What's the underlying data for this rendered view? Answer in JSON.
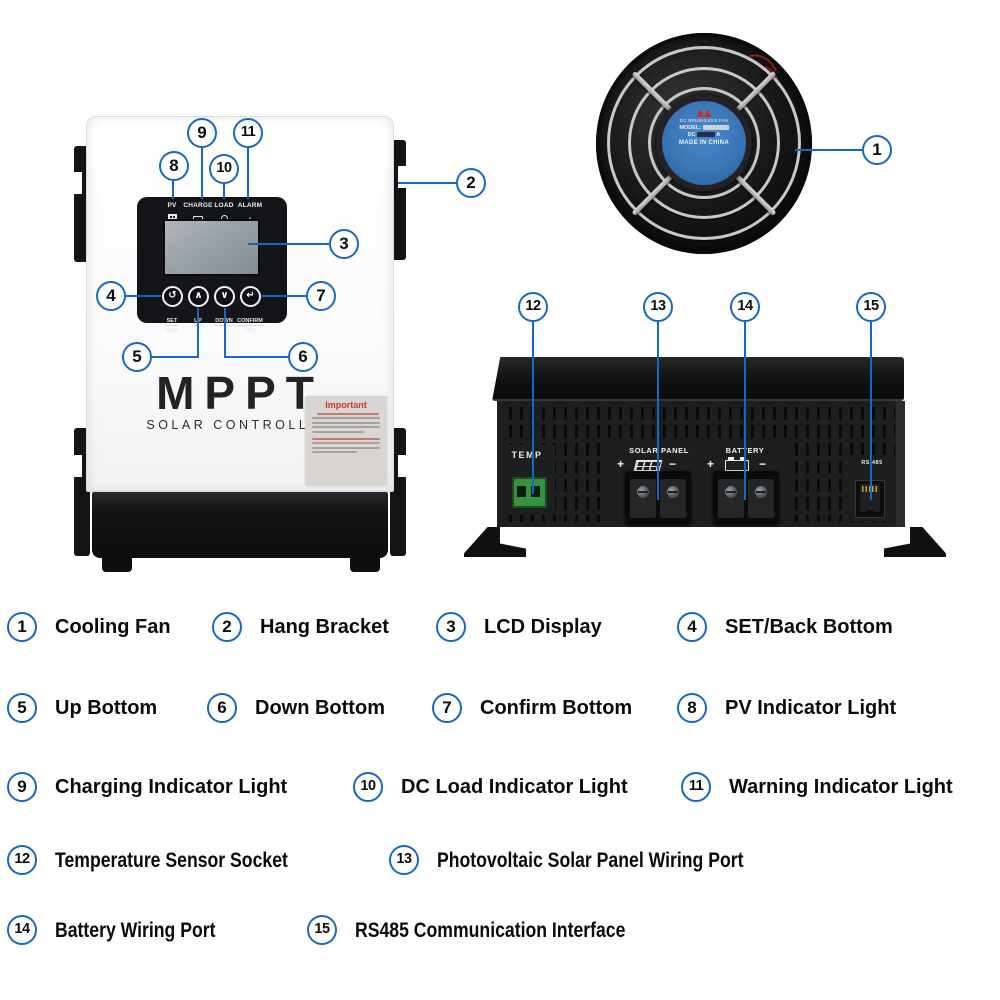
{
  "colors": {
    "callout_blue": "#1768c4",
    "device_white": "#fbfbfd",
    "panel_black": "#141518",
    "lcd_gray": "#9aa1a7",
    "back_black": "#1d1e20",
    "temp_terminal_green": "#37913f",
    "sticker_red": "#c23b2e",
    "fan_label_blue": "#3a75b4"
  },
  "front_panel": {
    "brand": "MPPT",
    "brand_sub": "SOLAR CONTROLLER",
    "sticker_title": "Important",
    "indicators": [
      {
        "label": "PV",
        "icon": "pv-grid-icon"
      },
      {
        "label": "CHARGE",
        "icon": "battery-icon"
      },
      {
        "label": "LOAD",
        "icon": "bulb-icon"
      },
      {
        "label": "ALARM",
        "icon": "warning-triangle-icon"
      }
    ],
    "alarm_glyph": "△",
    "buttons": [
      {
        "glyph": "↺",
        "top": "SET",
        "bottom": "Back"
      },
      {
        "glyph": "∧",
        "top": "UP",
        "bottom": "+"
      },
      {
        "glyph": "∨",
        "top": "DOWN",
        "bottom": "−"
      },
      {
        "glyph": "↵",
        "top": "CONFIRM",
        "bottom": "(3S)"
      }
    ]
  },
  "fan": {
    "label_line1": "DC BRUSHLESS FAN",
    "label_line2": "MODEL:",
    "label_line3": "DC",
    "label_line3b": "A",
    "label_line4": "MADE IN CHINA"
  },
  "back_panel": {
    "temp_label": "TEMP",
    "solar_label": "SOLAR PANEL",
    "battery_label": "BATTERY",
    "rs485_label": "RS 485",
    "plus": "+",
    "minus": "−"
  },
  "legend": {
    "items": [
      {
        "num": "1",
        "label": "Cooling Fan"
      },
      {
        "num": "2",
        "label": "Hang Bracket"
      },
      {
        "num": "3",
        "label": "LCD Display"
      },
      {
        "num": "4",
        "label": "SET/Back Bottom"
      },
      {
        "num": "5",
        "label": "Up Bottom"
      },
      {
        "num": "6",
        "label": "Down Bottom"
      },
      {
        "num": "7",
        "label": "Confirm Bottom"
      },
      {
        "num": "8",
        "label": "PV Indicator Light"
      },
      {
        "num": "9",
        "label": "Charging Indicator Light"
      },
      {
        "num": "10",
        "label": "DC Load Indicator Light"
      },
      {
        "num": "11",
        "label": "Warning Indicator Light"
      },
      {
        "num": "12",
        "label": "Temperature Sensor Socket"
      },
      {
        "num": "13",
        "label": "Photovoltaic Solar Panel Wiring Port"
      },
      {
        "num": "14",
        "label": "Battery Wiring Port"
      },
      {
        "num": "15",
        "label": "RS485 Communication Interface"
      }
    ]
  }
}
